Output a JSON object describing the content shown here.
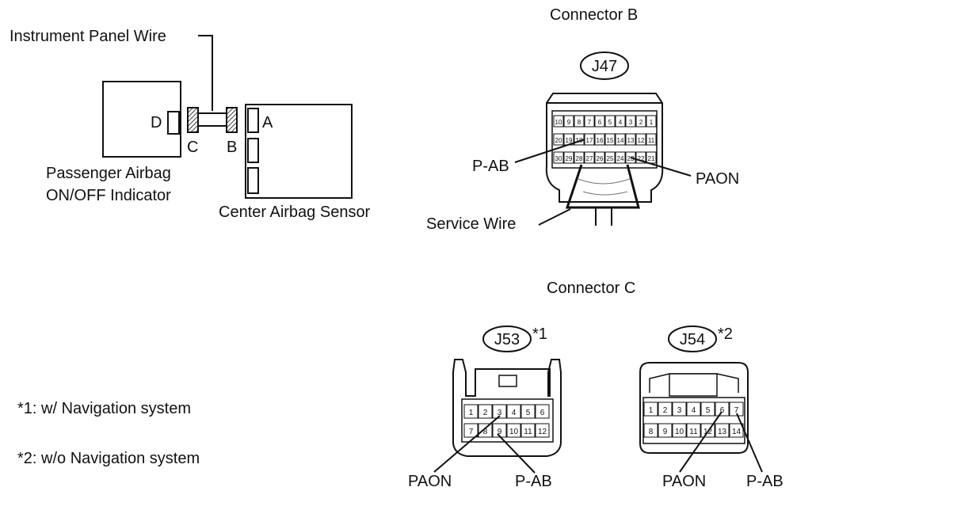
{
  "left_block": {
    "wire_label": "Instrument Panel Wire",
    "indicator_label_1": "Passenger Airbag",
    "indicator_label_2": "ON/OFF Indicator",
    "sensor_label": "Center Airbag Sensor",
    "conn_d": "D",
    "conn_c": "C",
    "conn_b": "B",
    "conn_a": "A"
  },
  "connector_b": {
    "title": "Connector B",
    "id": "J47",
    "pins_row1": [
      "10",
      "9",
      "8",
      "7",
      "6",
      "5",
      "4",
      "3",
      "2",
      "1"
    ],
    "pins_row2": [
      "20",
      "19",
      "18",
      "17",
      "16",
      "15",
      "14",
      "13",
      "12",
      "11"
    ],
    "pins_row3": [
      "30",
      "29",
      "28",
      "27",
      "26",
      "25",
      "24",
      "23",
      "22",
      "21"
    ],
    "label_left": "P-AB",
    "label_right": "PAON",
    "service_wire": "Service Wire"
  },
  "connector_c": {
    "title": "Connector C",
    "j53": {
      "id": "J53",
      "note_mark": "*1",
      "pins_row1": [
        "1",
        "2",
        "3",
        "4",
        "5",
        "6"
      ],
      "pins_row2": [
        "7",
        "8",
        "9",
        "10",
        "11",
        "12"
      ],
      "label_left": "PAON",
      "label_right": "P-AB"
    },
    "j54": {
      "id": "J54",
      "note_mark": "*2",
      "pins_row1": [
        "1",
        "2",
        "3",
        "4",
        "5",
        "6",
        "7"
      ],
      "pins_row2": [
        "8",
        "9",
        "10",
        "11",
        "12",
        "13",
        "14"
      ],
      "label_left": "PAON",
      "label_right": "P-AB"
    }
  },
  "notes": {
    "note1": "*1: w/ Navigation system",
    "note2": "*2: w/o Navigation system"
  }
}
